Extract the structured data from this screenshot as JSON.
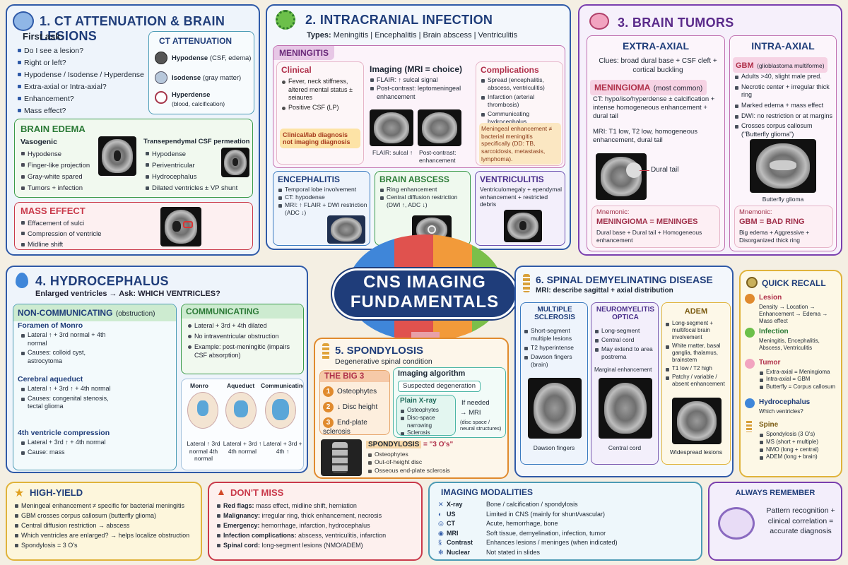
{
  "center": {
    "title1": "CNS IMAGING",
    "title2": "FUNDAMENTALS"
  },
  "p1": {
    "title": "1. CT ATTENUATION & BRAIN LESIONS",
    "first_ask": "First ask:",
    "questions": [
      "Do I see a lesion?",
      "Right or left?",
      "Hypodense / Isodense / Hyperdense",
      "Extra-axial or Intra-axial?",
      "Enhancement?",
      "Mass effect?"
    ],
    "att": {
      "title": "CT ATTENUATION",
      "hypo": "Hypodense",
      "hypo_note": "(CSF, edema)",
      "iso": "Isodense",
      "iso_note": "(gray matter)",
      "hyper": "Hyperdense",
      "hyper_note": "(blood, calcification)"
    },
    "edema": {
      "title": "BRAIN EDEMA",
      "vaso": "Vasogenic",
      "vaso_items": [
        "Hypodense",
        "Finger-like projection",
        "Gray-white spared",
        "Tumors + infection"
      ],
      "trans": "Transependymal CSF permeation",
      "trans_items": [
        "Hypodense",
        "Periventricular",
        "Hydrocephalus",
        "Dilated ventricles ± VP shunt"
      ]
    },
    "mass": {
      "title": "MASS EFFECT",
      "items": [
        "Effacement of sulci",
        "Compression of ventricle",
        "Midline shift"
      ]
    }
  },
  "p2": {
    "title": "2. INTRACRANIAL INFECTION",
    "types_label": "Types:",
    "types": "Meningitis | Encephalitis | Brain abscess | Ventriculitis",
    "men": {
      "title": "MENINGITIS",
      "clinical": "Clinical",
      "clin_items": [
        "Fever, neck stiffness, altered mental status ± seiaures",
        "Positive CSF (LP)"
      ],
      "clin_note": "Clinical/lab diagnosis not imaging diagnosis",
      "imaging": "Imaging (MRI = choice)",
      "img_items": [
        "FLAIR: ↑ sulcal signal",
        "Post-contrast: leptomeningeal enhancement"
      ],
      "cap1": "FLAIR: sulcal ↑",
      "cap2": "Post-contrast: enhancement",
      "comp": "Complications",
      "comp_items": [
        "Spread (encephalitis, abscess, ventriculitis)",
        "Infarction (arterial thrombosis)",
        "Communicating hydrocephalus"
      ],
      "comp_note": "Meningeal enhancement ≠ bacterial meningitis specifically (DD: TB, sarcoidosis, metastasis, lymphoma)."
    },
    "enc": {
      "title": "ENCEPHALITIS",
      "items": [
        "Temporal lobe involvement",
        "CT: hypodense",
        "MRI: ↑ FLAIR + DWI restriction (ADC ↓)"
      ]
    },
    "abs": {
      "title": "BRAIN ABSCESS",
      "items": [
        "Ring enhancement",
        "Central diffusion restriction (DWI ↑, ADC ↓)"
      ]
    },
    "ven": {
      "title": "VENTRICULITIS",
      "text": "Ventriculomegaly + ependymal enhancement + restricted debris"
    }
  },
  "p3": {
    "title": "3. BRAIN TUMORS",
    "extra": "EXTRA-AXIAL",
    "intra": "INTRA-AXIAL",
    "clues": "Clues: broad dural base + CSF cleft + cortical buckling",
    "meni": "MENINGIOMA",
    "meni_sub": "(most common)",
    "ct": "CT: hypo/iso/hyperdense ± calcification + intense homogeneous enhancement + dural tail",
    "mri": "MRI: T1 low, T2 low, homogeneous enhancement, dural tail",
    "dural": "Dural tail",
    "mn1_label": "Mnemonic:",
    "mn1_title": "MENINGIOMA = MENINGES",
    "mn1_text": "Dural base + Dural tail + Homogeneous enhancement",
    "gbm": "GBM",
    "gbm_sub": "(glioblastoma multiforme)",
    "gbm_items": [
      "Adults >40, slight male pred.",
      "Necrotic center + irregular thick ring",
      "Marked edema + mass effect",
      "DWI: no restriction or at margins",
      "Crosses corpus callosum (\"Butterfly glioma\")"
    ],
    "butterfly": "Butterfly glioma",
    "mn2_label": "Mnemonic:",
    "mn2_title": "GBM = BAD RING",
    "mn2_text": "Big edema + Aggressive + Disorganized thick ring"
  },
  "p4": {
    "title": "4. HYDROCEPHALUS",
    "sub": "Enlarged ventricles → Ask: WHICH VENTRICLES?",
    "nc": "NON-COMMUNICATING",
    "nc_sub": "(obstruction)",
    "monro": {
      "title": "Foramen of Monro",
      "items": [
        "Lateral ↑ + 3rd normal + 4th normal",
        "Causes: colloid cyst, astrocytoma"
      ]
    },
    "aq": {
      "title": "Cerebral aqueduct",
      "items": [
        "Lateral ↑ + 3rd ↑ + 4th normal",
        "Causes: congenital stenosis, tectal glioma"
      ]
    },
    "fourth": {
      "title": "4th ventricle compression",
      "items": [
        "Lateral + 3rd ↑ + 4th normal",
        "Cause: mass"
      ]
    },
    "comm": "COMMUNICATING",
    "comm_items": [
      "Lateral + 3rd + 4th dilated",
      "No intraventricular obstruction",
      "Example: post-meningitic (impairs CSF absorption)"
    ],
    "d1": "Monro",
    "d2": "Aqueduct",
    "d3": "Communicating",
    "c1": "Lateral ↑ 3rd normal 4th normal",
    "c2": "Lateral + 3rd ↑ 4th normal",
    "c3": "Lateral + 3rd + 4th ↑"
  },
  "p5": {
    "title": "5. SPONDYLOSIS",
    "sub": "Degenerative spinal condition",
    "big3": "THE BIG 3",
    "items": [
      "Osteophytes",
      "↓ Disc height",
      "End-plate sclerosis"
    ],
    "alg": "Imaging algorithm",
    "suspect": "Suspected degeneration",
    "xray": "Plain X-ray",
    "xray_items": [
      "Osteophytes",
      "Disc-space narrowing",
      "Sclerosis"
    ],
    "ifneeded": "If needed",
    "tomri": "→ MRI",
    "mri_note": "(disc space / neural structures)",
    "o_title": "SPONDYLOSIS",
    "o_eq": "= \"3 O's\"",
    "o_items": [
      "Osteophytes",
      "Out-of-height disc",
      "Osseous end-plate sclerosis"
    ]
  },
  "p6": {
    "title": "6. SPINAL DEMYELINATING DISEASE",
    "sub": "MRI: describe sagittal + axial distribution",
    "ms": "MULTIPLE SCLEROSIS",
    "ms_items": [
      "Short-segment multiple lesions",
      "T2 hyperintense",
      "Dawson fingers (brain)"
    ],
    "ms_cap": "Dawson fingers",
    "nmo": "NEUROMYELITIS OPTICA",
    "nmo_items": [
      "Long-segment",
      "Central cord",
      "May extend to area postrema"
    ],
    "nmo_extra": "Marginal enhancement",
    "nmo_cap": "Central cord",
    "adem": "ADEM",
    "adem_items": [
      "Long-segment + multifocal brain involvement",
      "White matter, basal ganglia, thalamus, brainstem",
      "T1 low / T2 high",
      "Patchy / variable / absent enhancement"
    ],
    "adem_cap": "Widespread lesions"
  },
  "qr": {
    "title": "QUICK RECALL",
    "lesion": "Lesion",
    "lesion_text": "Density → Location → Enhancement → Edema → Mass effect",
    "infection": "Infection",
    "infection_text": "Meningitis, Encephalitis, Abscess, Ventriculitis",
    "tumor": "Tumor",
    "tumor_items": [
      "Extra-axial = Meningioma",
      "Intra-axial = GBM",
      "Butterfly = Corpus callosum"
    ],
    "hydro": "Hydrocephalus",
    "hydro_text": "Which ventricles?",
    "spine": "Spine",
    "spine_items": [
      "Spondylosis (3 O's)",
      "MS (short + multiple)",
      "NMO (long + central)",
      "ADEM (long + brain)"
    ]
  },
  "hy": {
    "title": "HIGH-YIELD",
    "items": [
      "Meningeal enhancement ≠ specific for bacterial meningitis",
      "GBM crosses corpus callosum (butterfly glioma)",
      "Central diffusion restriction → abscess",
      "Which ventricles are enlarged? → helps localize obstruction",
      "Spondylosis = 3 O's"
    ]
  },
  "dm": {
    "title": "DON'T MISS",
    "rows": [
      {
        "k": "Red flags:",
        "v": "mass effect, midline shift, herniation"
      },
      {
        "k": "Malignancy:",
        "v": "irregular ring, thick enhancement, necrosis"
      },
      {
        "k": "Emergency:",
        "v": "hemorrhage, infarction, hydrocephalus"
      },
      {
        "k": "Infection complications:",
        "v": "abscess, ventriculitis, infarction"
      },
      {
        "k": "Spinal cord:",
        "v": "long-segment lesions (NMO/ADEM)"
      }
    ]
  },
  "mod": {
    "title": "IMAGING MODALITIES",
    "rows": [
      {
        "k": "X-ray",
        "v": "Bone / calcification / spondylosis"
      },
      {
        "k": "US",
        "v": "Limited in CNS (mainly for shunt/vascular)"
      },
      {
        "k": "CT",
        "v": "Acute, hemorrhage, bone"
      },
      {
        "k": "MRI",
        "v": "Soft tissue, demyelination, infection, tumor"
      },
      {
        "k": "Contrast",
        "v": "Enhances lesions / meninges (when indicated)"
      },
      {
        "k": "Nuclear",
        "v": "Not stated in slides"
      }
    ]
  },
  "ar": {
    "title": "ALWAYS REMEMBER",
    "text": "Pattern recognition + clinical correlation = accurate diagnosis"
  },
  "colors": {
    "blue": "#2f5aa8",
    "green": "#3a9a4a",
    "red": "#c9394a",
    "purple": "#7a3fae",
    "orange": "#e08a2d",
    "navy": "#1f3d7a"
  }
}
